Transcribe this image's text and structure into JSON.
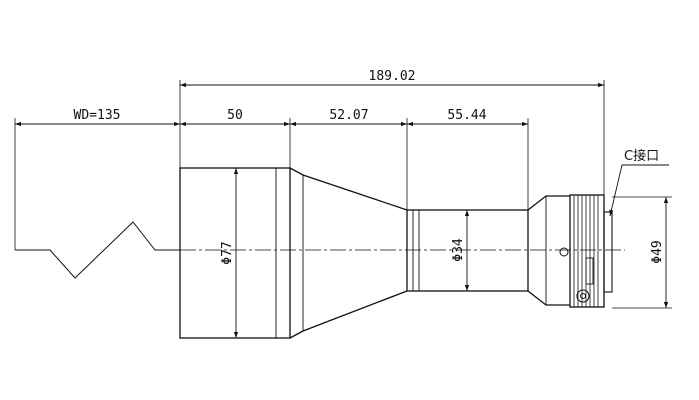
{
  "dimensions": {
    "overall_length": "189.02",
    "working_distance": "WD=135",
    "front_barrel_length": "50",
    "taper_length": "52.07",
    "mid_barrel_length": "55.44",
    "front_diameter": "Φ77",
    "mid_diameter": "Φ34",
    "mount_diameter": "Φ49"
  },
  "mount_label": "C接口"
}
